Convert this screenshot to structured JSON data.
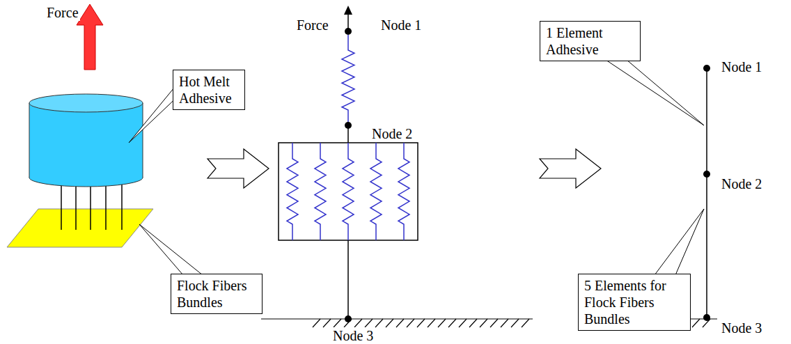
{
  "diagram": {
    "nodes": [
      {
        "text": [
          "Hot Melt Adhesive"
        ]
      },
      {
        "text": [
          "Flock Fibers Bundles"
        ]
      },
      {
        "text": [
          "1 Element Adhesive"
        ]
      },
      {
        "text": [
          "5 Elements for Flock Fibers Bundles"
        ]
      }
    ],
    "labels": [
      "Force",
      "Force",
      "Node 1",
      "Node 2",
      "Node 3",
      "Node 1",
      "Node 2",
      "Node 3"
    ]
  }
}
